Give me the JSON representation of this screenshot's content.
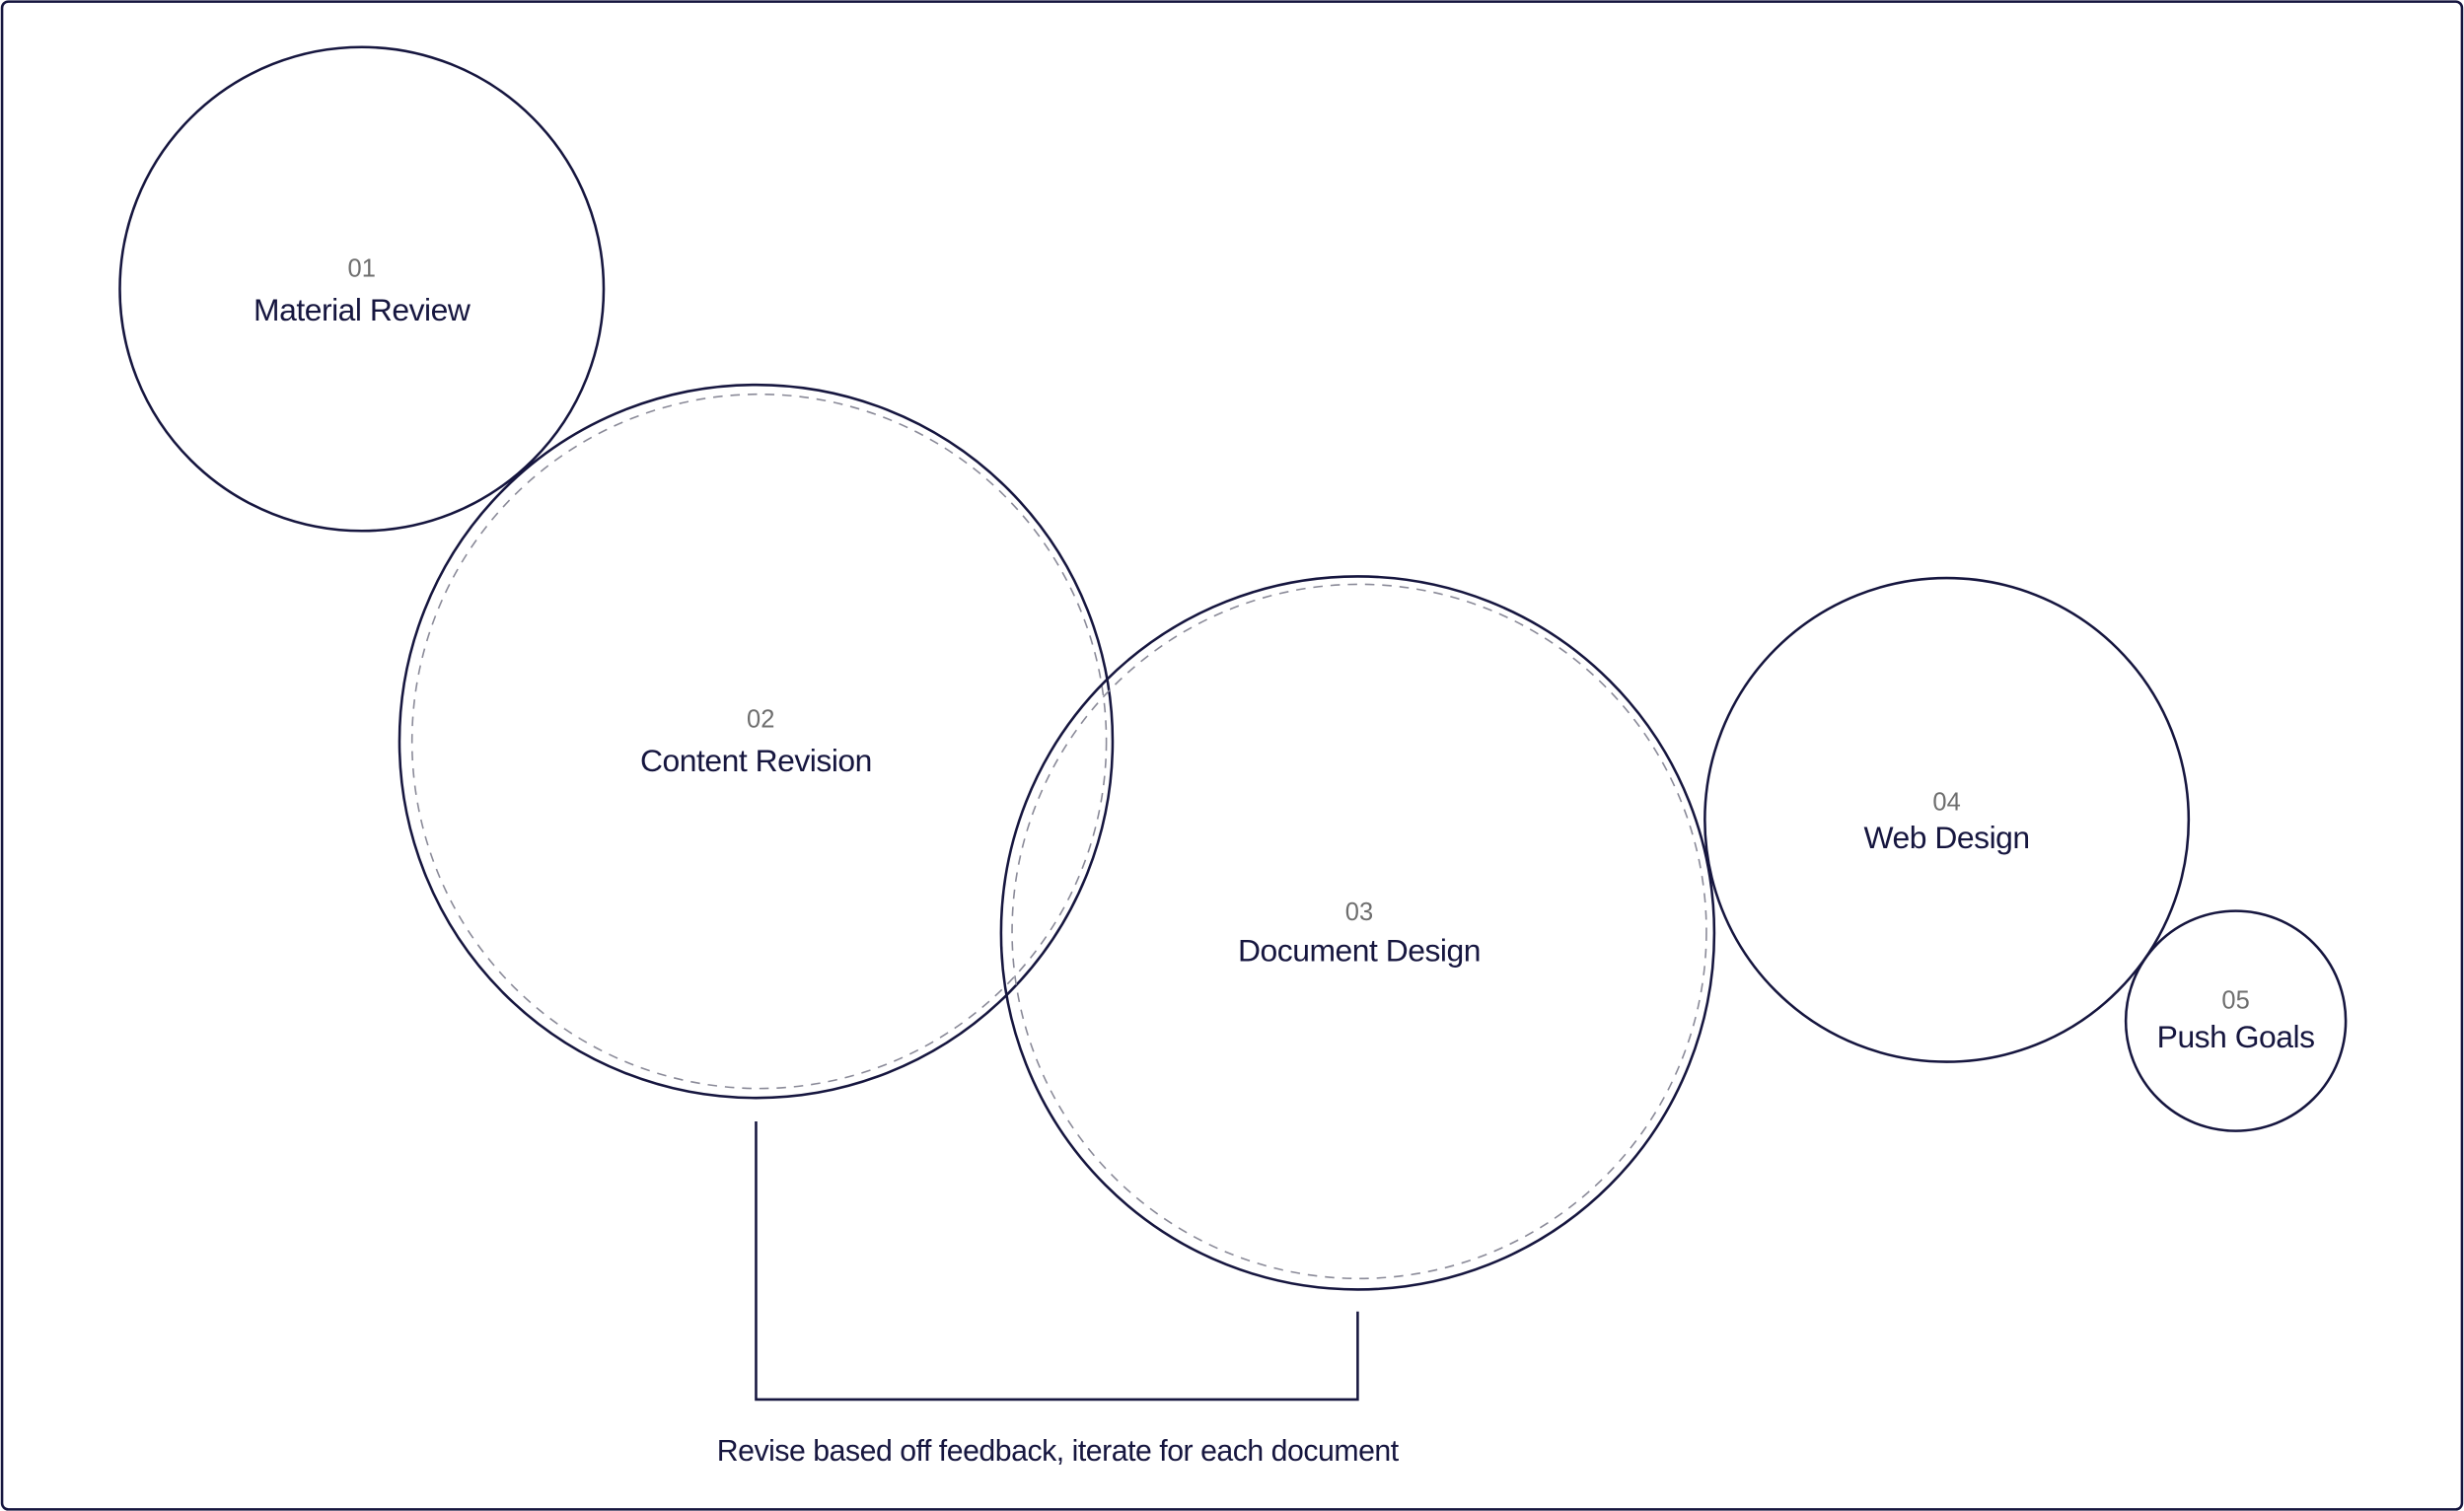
{
  "stages": [
    {
      "number": "01",
      "label": "Material Review"
    },
    {
      "number": "02",
      "label": "Content Revision"
    },
    {
      "number": "03",
      "label": "Document Design"
    },
    {
      "number": "04",
      "label": "Web Design"
    },
    {
      "number": "05",
      "label": "Push Goals"
    }
  ],
  "bracket": {
    "caption": "Revise based off feedback, iterate for each document"
  },
  "colors": {
    "stroke": "#16163f",
    "number": "#6e6e6e",
    "dashed": "#8a8a98"
  }
}
